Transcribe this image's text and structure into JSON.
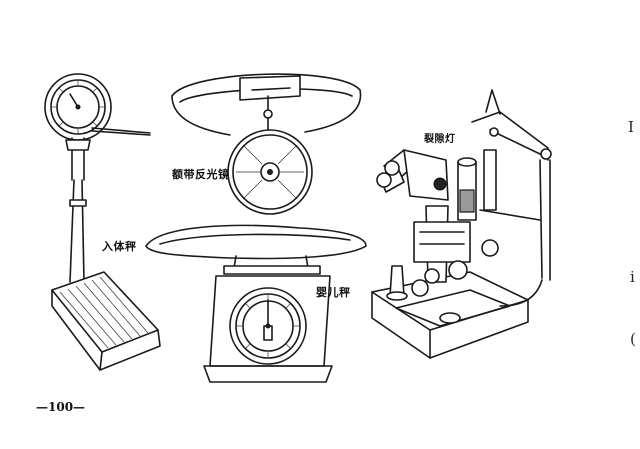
{
  "labels": {
    "body_scale": "入体秤",
    "head_mirror": "额带反光镜",
    "slit_lamp": "裂隙灯",
    "infant_scale": "婴儿秤"
  },
  "page_number": "—100—",
  "edge_marks": [
    "I",
    "i",
    "("
  ]
}
